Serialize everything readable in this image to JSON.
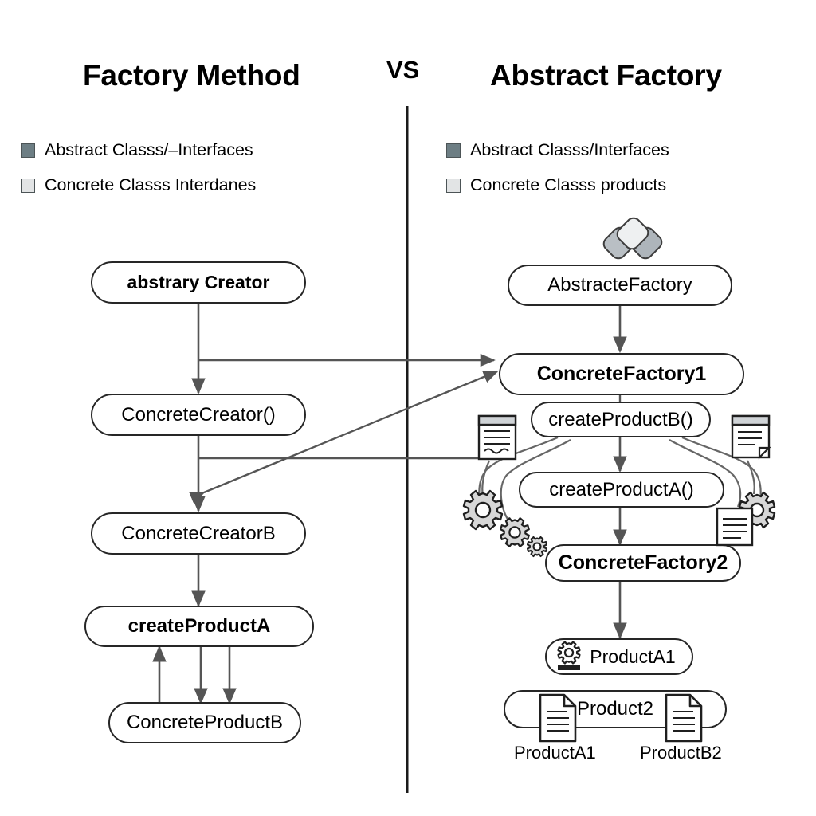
{
  "titles": {
    "left": "Factory Method",
    "vs": "VS",
    "right": "Abstract Factory"
  },
  "colors": {
    "abstract_swatch": "#6d7e84",
    "concrete_swatch": "#e2e4e5",
    "stroke": "#262626",
    "edge": "#555555",
    "divider": "#1a1a1a",
    "background": "#ffffff"
  },
  "legend": {
    "left": [
      {
        "swatch": "abstract",
        "label": "Abstract Classs/–Interfaces"
      },
      {
        "swatch": "concrete",
        "label": "Concrete Classs Interdanes"
      }
    ],
    "right": [
      {
        "swatch": "abstract",
        "label": "Abstract Classs/Interfaces"
      },
      {
        "swatch": "concrete",
        "label": "Concrete Classs products"
      }
    ]
  },
  "left_panel": {
    "nodes": [
      {
        "id": "abstrary-creator",
        "label": "abstrary Creator",
        "bold": true,
        "font": 23
      },
      {
        "id": "concrete-creator",
        "label": "ConcreteCreator()",
        "bold": false,
        "font": 24
      },
      {
        "id": "concrete-creator-b",
        "label": "ConcreteCreatorB",
        "bold": false,
        "font": 24
      },
      {
        "id": "create-product-a",
        "label": "createProductA",
        "bold": true,
        "font": 24
      },
      {
        "id": "concrete-product-b",
        "label": "ConcreteProductB",
        "bold": false,
        "font": 24
      }
    ]
  },
  "right_panel": {
    "nodes": [
      {
        "id": "abstract-factory",
        "label": "AbstracteFactory",
        "bold": false,
        "font": 24
      },
      {
        "id": "concrete-factory-1",
        "label": "ConcreteFactory1",
        "bold": true,
        "font": 25
      },
      {
        "id": "create-product-b",
        "label": "createProductB()",
        "bold": false,
        "font": 24
      },
      {
        "id": "create-product-a",
        "label": "createProductA()",
        "bold": false,
        "font": 24
      },
      {
        "id": "concrete-factory-2",
        "label": "ConcreteFactory2",
        "bold": true,
        "font": 25
      },
      {
        "id": "product-a1",
        "label": "ProductA1",
        "bold": false,
        "font": 23
      },
      {
        "id": "product-2",
        "label": "Product2",
        "bold": false,
        "font": 24
      }
    ],
    "captions": [
      {
        "id": "product-a1-caption",
        "label": "ProductA1"
      },
      {
        "id": "product-b2-caption",
        "label": "ProductB2"
      }
    ],
    "icons": [
      {
        "id": "cluster-icon",
        "name": "cluster-shapes-icon"
      },
      {
        "id": "doc-left-icon",
        "name": "document-squiggle-icon"
      },
      {
        "id": "doc-right-icon",
        "name": "document-folded-icon"
      },
      {
        "id": "gears-left-icon",
        "name": "gears-cluster-icon"
      },
      {
        "id": "doc-gear-icon",
        "name": "document-gear-icon"
      },
      {
        "id": "product-gear-icon",
        "name": "gear-small-icon"
      },
      {
        "id": "page-a1-icon",
        "name": "page-icon"
      },
      {
        "id": "page-b2-icon",
        "name": "page-icon"
      }
    ]
  }
}
